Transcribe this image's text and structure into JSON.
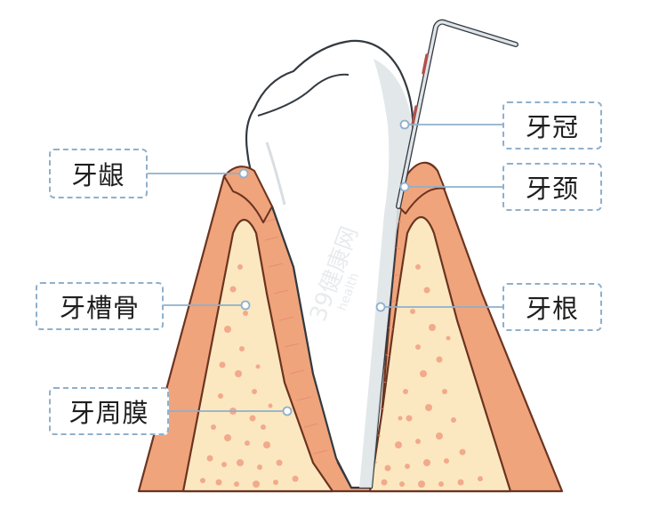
{
  "labels": {
    "crown": "牙冠",
    "gum": "牙龈",
    "neck": "牙颈",
    "alveolar_bone": "牙槽骨",
    "root": "牙根",
    "periodontal_membrane": "牙周膜"
  },
  "watermark": {
    "text": "39健康网",
    "sub": "health"
  },
  "colors": {
    "gum": "#f0a47c",
    "gum_outline": "#6b3420",
    "bone": "#fbe8c0",
    "bone_spots": "#f2a98c",
    "tooth": "#ffffff",
    "tooth_shade": "#dfe4e8",
    "leader_line": "#8fb0cc",
    "label_border": "#8fb0cc",
    "probe": "#d8dde0",
    "probe_mark": "#b0504a"
  }
}
